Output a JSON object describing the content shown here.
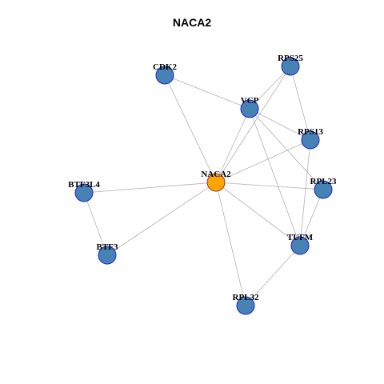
{
  "title": "NACA2",
  "colors": {
    "node_fill": "#4682B4",
    "node_stroke": "#1F1FD6",
    "center_fill": "#FFA500",
    "center_stroke": "#8B3A3A",
    "edge": "#B0B0B0",
    "label": "#000000"
  },
  "nodes": [
    {
      "id": "NACA2",
      "label": "NACA2",
      "center": true
    },
    {
      "id": "CDK2",
      "label": "CDK2"
    },
    {
      "id": "RPS25",
      "label": "RPS25"
    },
    {
      "id": "VCP",
      "label": "VCP"
    },
    {
      "id": "RPS13",
      "label": "RPS13"
    },
    {
      "id": "BTF3L4",
      "label": "BTF3L4"
    },
    {
      "id": "RPL23",
      "label": "RPL23"
    },
    {
      "id": "BTF3",
      "label": "BTF3"
    },
    {
      "id": "TUFM",
      "label": "TUFM"
    },
    {
      "id": "RPL32",
      "label": "RPL32"
    }
  ],
  "edges": [
    [
      "NACA2",
      "CDK2"
    ],
    [
      "NACA2",
      "VCP"
    ],
    [
      "NACA2",
      "RPS25"
    ],
    [
      "NACA2",
      "RPS13"
    ],
    [
      "NACA2",
      "RPL23"
    ],
    [
      "NACA2",
      "BTF3L4"
    ],
    [
      "NACA2",
      "BTF3"
    ],
    [
      "NACA2",
      "TUFM"
    ],
    [
      "NACA2",
      "RPL32"
    ],
    [
      "CDK2",
      "VCP"
    ],
    [
      "VCP",
      "RPS25"
    ],
    [
      "VCP",
      "RPS13"
    ],
    [
      "VCP",
      "RPL23"
    ],
    [
      "VCP",
      "TUFM"
    ],
    [
      "RPS25",
      "RPS13"
    ],
    [
      "RPS13",
      "TUFM"
    ],
    [
      "RPL23",
      "TUFM"
    ],
    [
      "BTF3L4",
      "BTF3"
    ],
    [
      "TUFM",
      "RPL32"
    ]
  ]
}
